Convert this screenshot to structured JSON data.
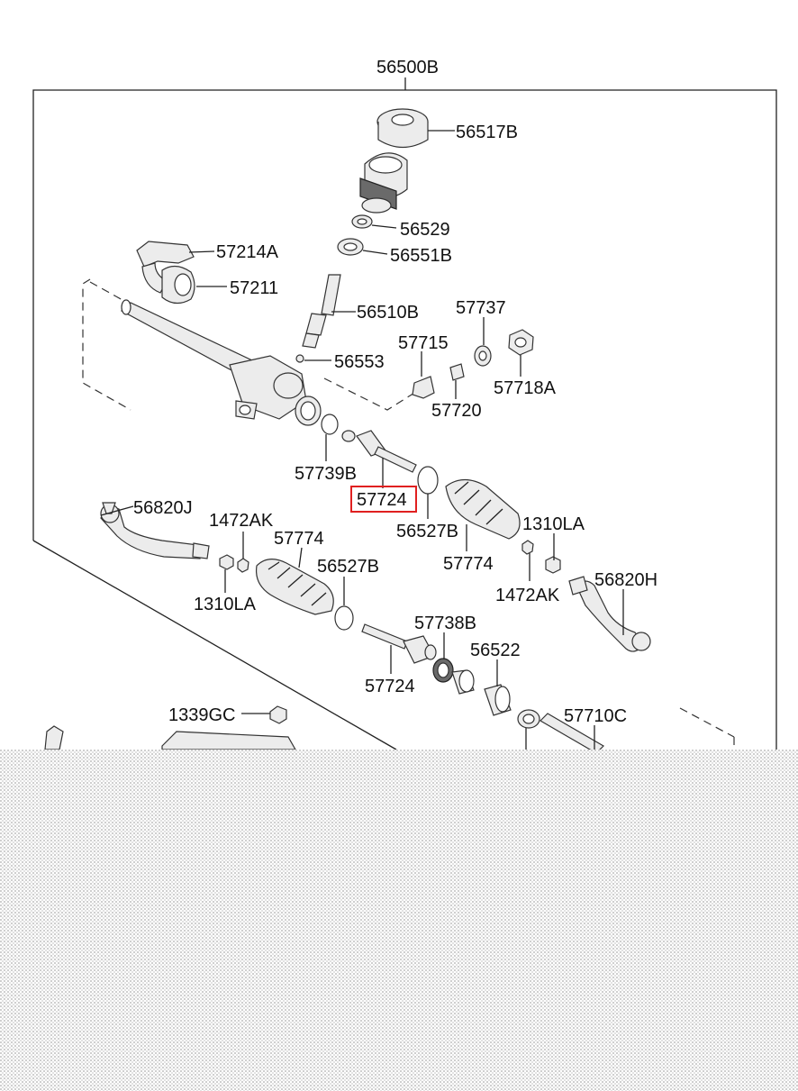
{
  "parts": {
    "p56500B": "56500B",
    "p56517B": "56517B",
    "p56529": "56529",
    "p56551B": "56551B",
    "p57214A": "57214A",
    "p57211": "57211",
    "p56510B": "56510B",
    "p57737": "57737",
    "p57715": "57715",
    "p56553": "56553",
    "p57718A": "57718A",
    "p57720": "57720",
    "p57739B": "57739B",
    "p57724_top": "57724",
    "p56527B_right": "56527B",
    "p56820J": "56820J",
    "p1472AK_left": "1472AK",
    "p57774_left": "57774",
    "p1310LA_right": "1310LA",
    "p56527B_left": "56527B",
    "p57774_right": "57774",
    "p1310LA_left": "1310LA",
    "p1472AK_right": "1472AK",
    "p56820H": "56820H",
    "p57738B": "57738B",
    "p56522": "56522",
    "p57724_bottom": "57724",
    "p1339GC": "1339GC",
    "p57710C": "57710C"
  },
  "highlight_color": "#e02020"
}
